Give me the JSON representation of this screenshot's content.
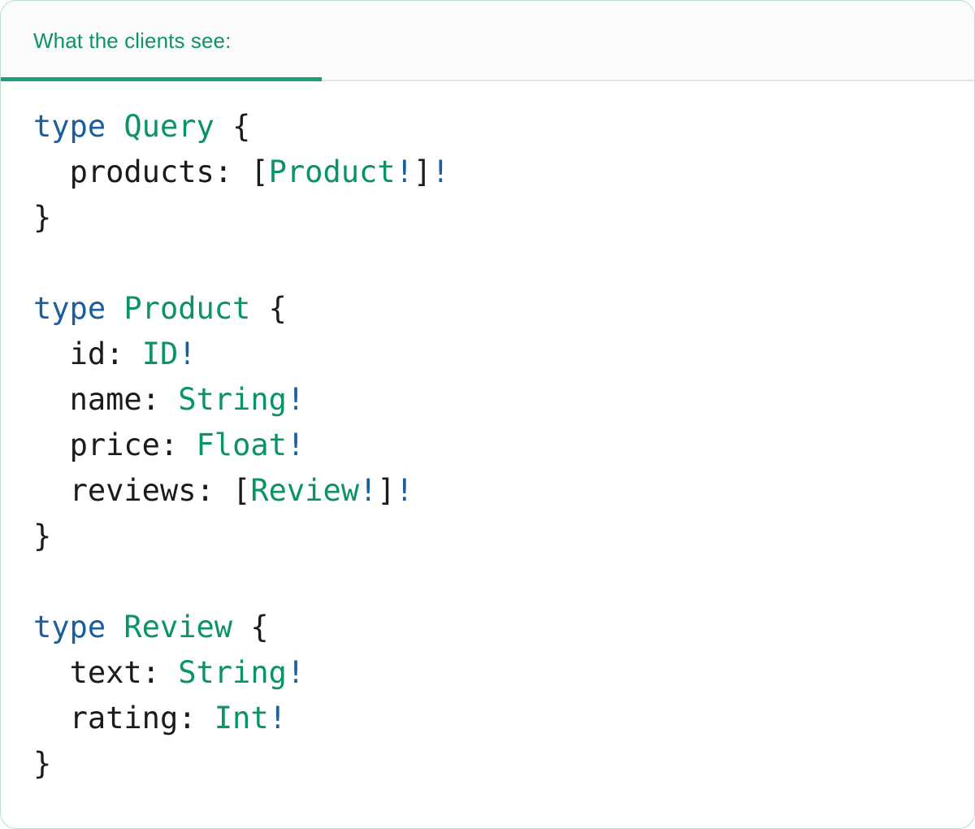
{
  "card": {
    "border_color": "#b9ddcc",
    "background": "#ffffff"
  },
  "header": {
    "tab_label": "What the clients see:",
    "tab_active": true,
    "accent_color": "#17a07a",
    "text_color": "#0f9169",
    "strip_background": "#fbfbfb",
    "divider_color": "#e4e4e4"
  },
  "code": {
    "language": "graphql",
    "token_colors": {
      "keyword": "#1a5e9e",
      "type_name": "#0a9268",
      "non_null_bang": "#1a5e9e",
      "field": "#1b1b1b",
      "punctuation": "#1b1b1b"
    },
    "lines": [
      [
        {
          "t": "type",
          "c": "keyword"
        },
        {
          "t": " ",
          "c": "punct"
        },
        {
          "t": "Query",
          "c": "typename"
        },
        {
          "t": " {",
          "c": "punct"
        }
      ],
      [
        {
          "t": "  ",
          "c": "punct"
        },
        {
          "t": "products",
          "c": "field"
        },
        {
          "t": ": ",
          "c": "punct"
        },
        {
          "t": "[",
          "c": "punct"
        },
        {
          "t": "Product",
          "c": "typename"
        },
        {
          "t": "!",
          "c": "bang"
        },
        {
          "t": "]",
          "c": "punct"
        },
        {
          "t": "!",
          "c": "bang"
        }
      ],
      [
        {
          "t": "}",
          "c": "punct"
        }
      ],
      [],
      [
        {
          "t": "type",
          "c": "keyword"
        },
        {
          "t": " ",
          "c": "punct"
        },
        {
          "t": "Product",
          "c": "typename"
        },
        {
          "t": " {",
          "c": "punct"
        }
      ],
      [
        {
          "t": "  ",
          "c": "punct"
        },
        {
          "t": "id",
          "c": "field"
        },
        {
          "t": ": ",
          "c": "punct"
        },
        {
          "t": "ID",
          "c": "typename"
        },
        {
          "t": "!",
          "c": "bang"
        }
      ],
      [
        {
          "t": "  ",
          "c": "punct"
        },
        {
          "t": "name",
          "c": "field"
        },
        {
          "t": ": ",
          "c": "punct"
        },
        {
          "t": "String",
          "c": "typename"
        },
        {
          "t": "!",
          "c": "bang"
        }
      ],
      [
        {
          "t": "  ",
          "c": "punct"
        },
        {
          "t": "price",
          "c": "field"
        },
        {
          "t": ": ",
          "c": "punct"
        },
        {
          "t": "Float",
          "c": "typename"
        },
        {
          "t": "!",
          "c": "bang"
        }
      ],
      [
        {
          "t": "  ",
          "c": "punct"
        },
        {
          "t": "reviews",
          "c": "field"
        },
        {
          "t": ": ",
          "c": "punct"
        },
        {
          "t": "[",
          "c": "punct"
        },
        {
          "t": "Review",
          "c": "typename"
        },
        {
          "t": "!",
          "c": "bang"
        },
        {
          "t": "]",
          "c": "punct"
        },
        {
          "t": "!",
          "c": "bang"
        }
      ],
      [
        {
          "t": "}",
          "c": "punct"
        }
      ],
      [],
      [
        {
          "t": "type",
          "c": "keyword"
        },
        {
          "t": " ",
          "c": "punct"
        },
        {
          "t": "Review",
          "c": "typename"
        },
        {
          "t": " {",
          "c": "punct"
        }
      ],
      [
        {
          "t": "  ",
          "c": "punct"
        },
        {
          "t": "text",
          "c": "field"
        },
        {
          "t": ": ",
          "c": "punct"
        },
        {
          "t": "String",
          "c": "typename"
        },
        {
          "t": "!",
          "c": "bang"
        }
      ],
      [
        {
          "t": "  ",
          "c": "punct"
        },
        {
          "t": "rating",
          "c": "field"
        },
        {
          "t": ": ",
          "c": "punct"
        },
        {
          "t": "Int",
          "c": "typename"
        },
        {
          "t": "!",
          "c": "bang"
        }
      ],
      [
        {
          "t": "}",
          "c": "punct"
        }
      ]
    ]
  }
}
